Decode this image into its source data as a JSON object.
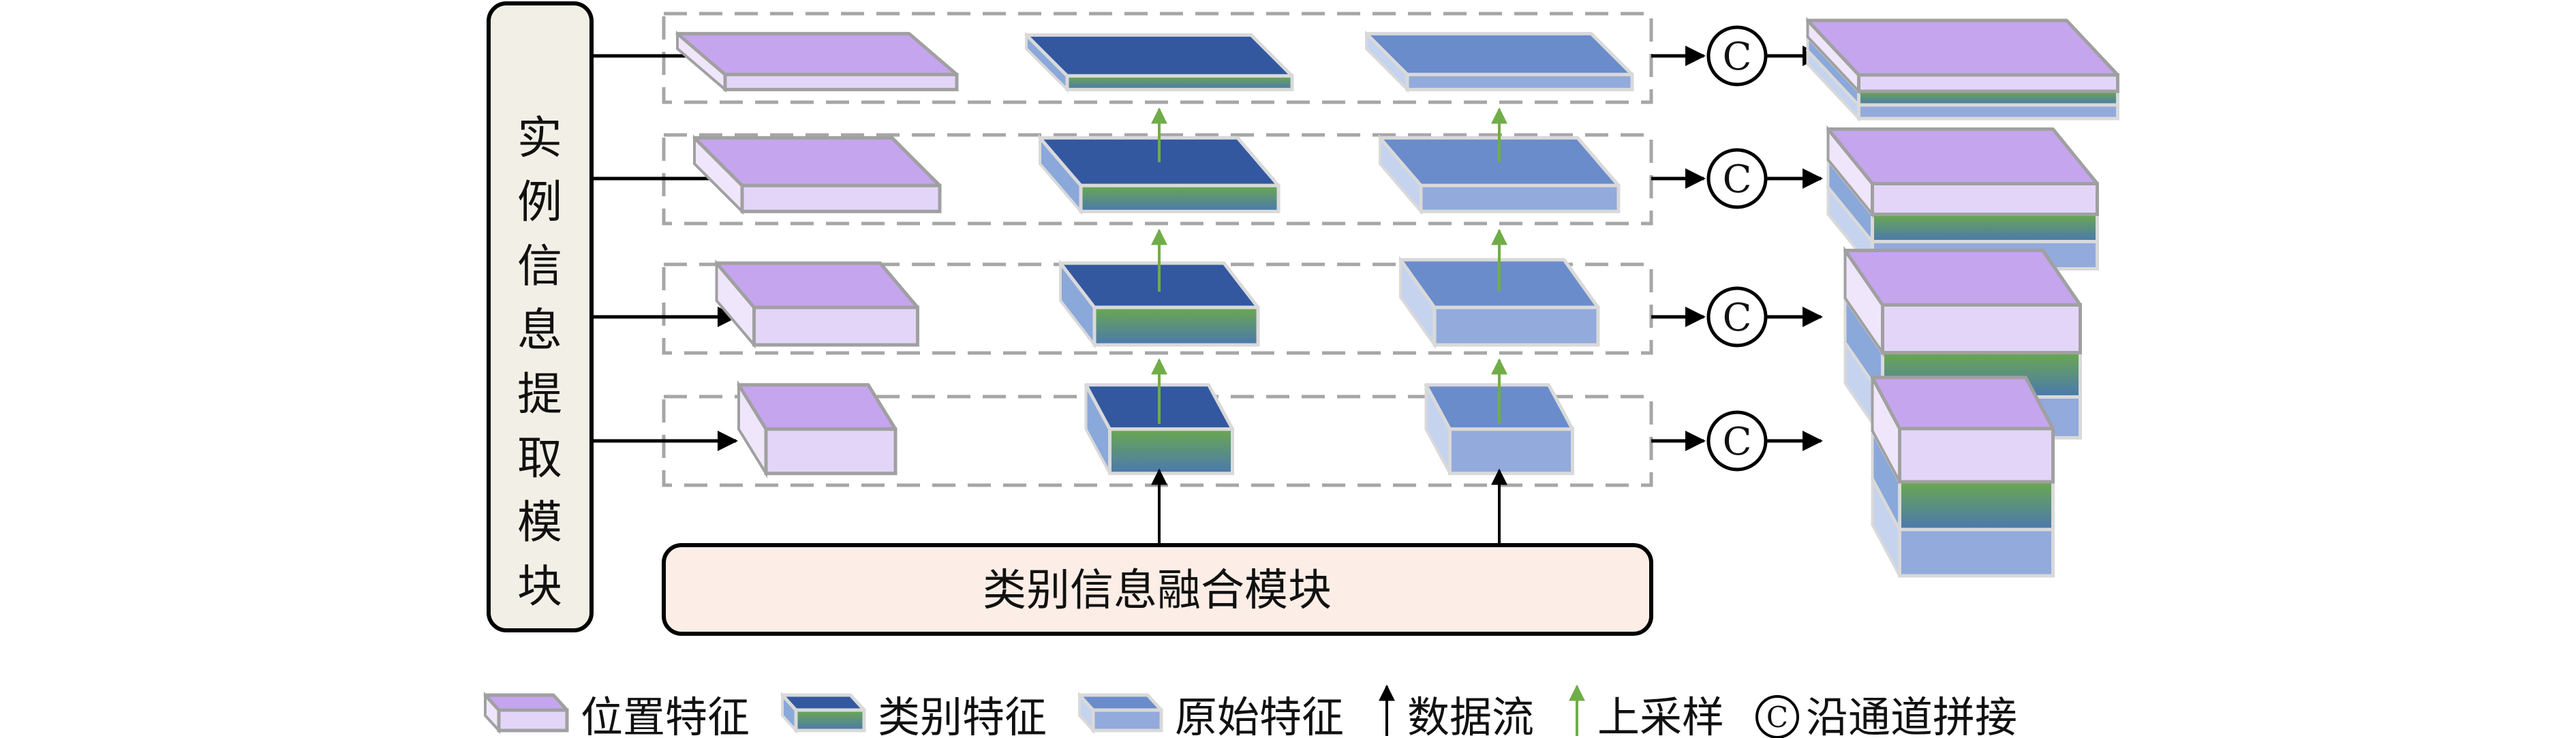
{
  "modules": {
    "instance": {
      "label": "实例信息提取模块",
      "fill": "#F2F0E6"
    },
    "fusion": {
      "label": "类别信息融合模块",
      "fill": "#FCEEE6"
    }
  },
  "levels": [
    {
      "name": "level-1",
      "scale": 1.0
    },
    {
      "name": "level-2",
      "scale": 0.8
    },
    {
      "name": "level-3",
      "scale": 0.62
    },
    {
      "name": "level-4",
      "scale": 0.45
    }
  ],
  "feature_types": {
    "position": {
      "label": "位置特征",
      "top": "#C5A5EE",
      "front": "#E3D5F8",
      "side": "#EFE6FB",
      "edge": "#A0A0A0"
    },
    "category": {
      "label": "类别特征",
      "top": "#3358A0",
      "front_grad": [
        "#6AA84F",
        "#4A78B0"
      ],
      "side": "#8AA8DA",
      "edge": "#D9D9D9"
    },
    "original": {
      "label": "原始特征",
      "top": "#6A8CCB",
      "front": "#92AADC",
      "side": "#C5D3EE",
      "edge": "#D9D9D9"
    }
  },
  "concat_symbol": "C",
  "legend": [
    {
      "kind": "block",
      "type": "position",
      "label": "位置特征"
    },
    {
      "kind": "block",
      "type": "category",
      "label": "类别特征"
    },
    {
      "kind": "block",
      "type": "original",
      "label": "原始特征"
    },
    {
      "kind": "arrow",
      "color": "#000000",
      "label": "数据流"
    },
    {
      "kind": "arrow",
      "color": "#70AD47",
      "label": "上采样"
    },
    {
      "kind": "concat",
      "symbol": "C",
      "label": "沿通道拼接"
    }
  ],
  "colors": {
    "dashed": "#A6A6A6",
    "upsample": "#70AD47",
    "dataflow": "#000000"
  }
}
